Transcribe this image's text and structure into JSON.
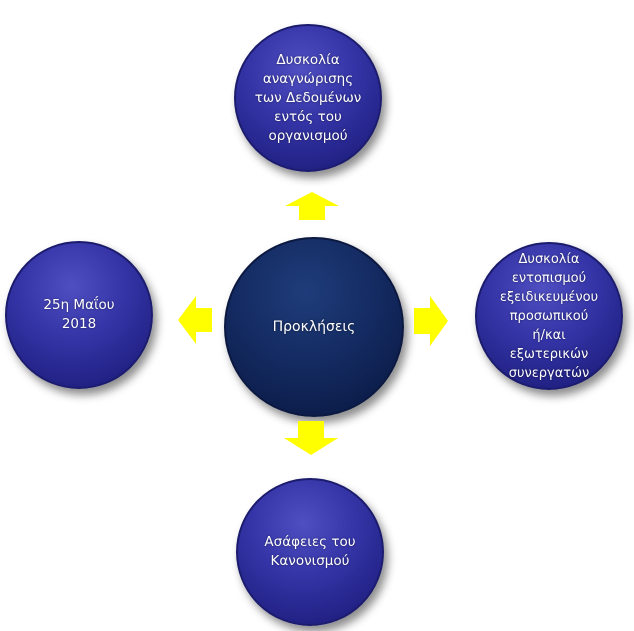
{
  "diagram": {
    "center": {
      "label": "Προκλήσεις"
    },
    "top": {
      "label": "Δυσκολία\nαναγνώρισης\nτων Δεδομένων\nεντός του\nοργανισμού"
    },
    "left": {
      "label": "25η Μαΐου\n2018"
    },
    "right": {
      "label": "Δυσκολία\nεντοπισμού\nεξειδικευμένου\nπροσωπικού\nή/και\nεξωτερικών\nσυνεργατών"
    },
    "bottom": {
      "label": "Ασάφειες του\nΚανονισμού"
    }
  },
  "colors": {
    "arrow": "#ffff00",
    "outer_circle": "#2e2e9e",
    "center_circle": "#102659"
  }
}
